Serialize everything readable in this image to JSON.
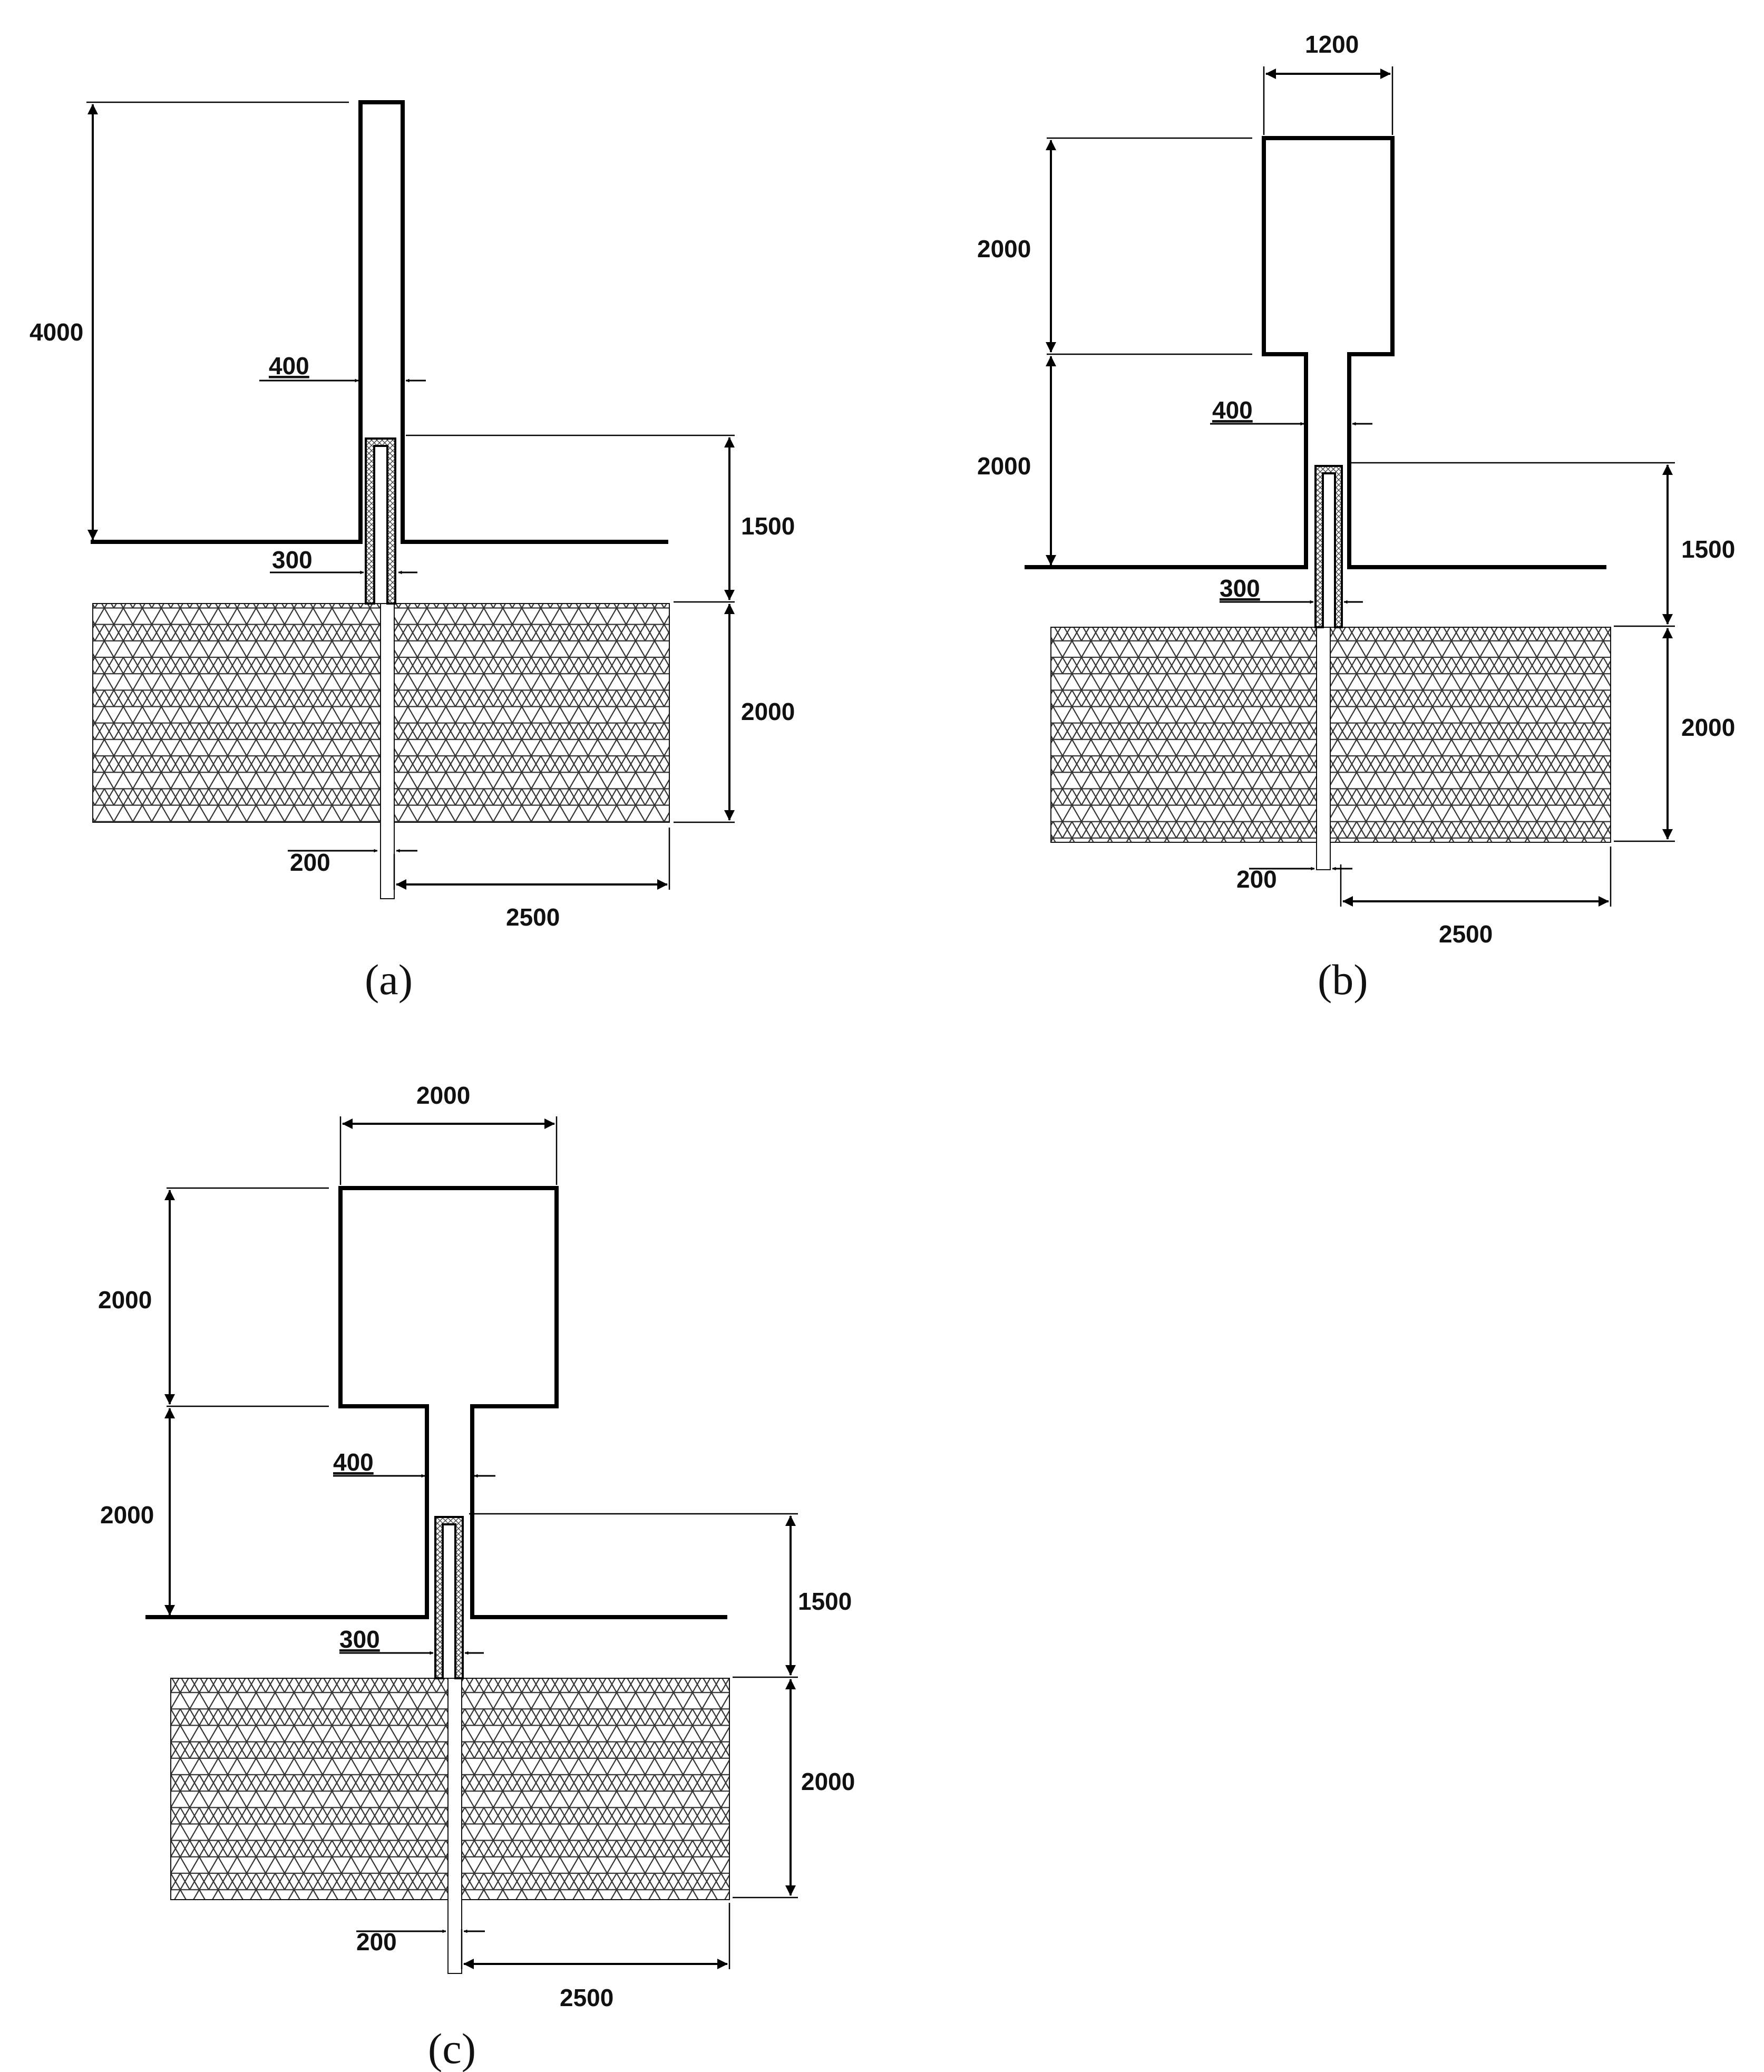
{
  "panels": [
    {
      "id": "a",
      "caption": "(a)",
      "top_height": "4000",
      "neck_width": "400",
      "tube_height": "1500",
      "tube_width": "300",
      "soil_depth": "2000",
      "hole_width": "200",
      "soil_half_width": "2500"
    },
    {
      "id": "b",
      "caption": "(b)",
      "head_width": "1200",
      "head_height": "2000",
      "neck_height": "2000",
      "neck_width": "400",
      "tube_height": "1500",
      "tube_width": "300",
      "soil_depth": "2000",
      "hole_width": "200",
      "soil_half_width": "2500"
    },
    {
      "id": "c",
      "caption": "(c)",
      "head_width": "2000",
      "head_height": "2000",
      "neck_height": "2000",
      "neck_width": "400",
      "tube_height": "1500",
      "tube_width": "300",
      "soil_depth": "2000",
      "hole_width": "200",
      "soil_half_width": "2500"
    }
  ]
}
